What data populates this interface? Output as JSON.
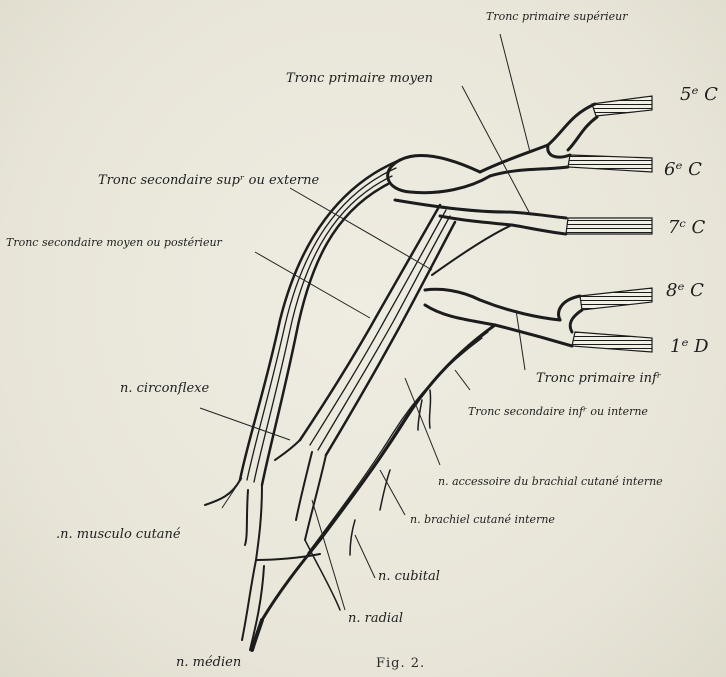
{
  "roots": {
    "c5": "5ᵉ C",
    "c6": "6ᵉ C",
    "c7": "7ᶜ C",
    "c8": "8ᵉ C",
    "d1": "1ᵉ D"
  },
  "labels": {
    "tronc_primaire_superieur": "Tronc primaire supérieur",
    "tronc_primaire_moyen": "Tronc primaire moyen",
    "tronc_secondaire_sup": "Tronc secondaire supʳ ou externe",
    "tronc_secondaire_moyen": "Tronc secondaire moyen ou postérieur",
    "tronc_primaire_inf": "Tronc primaire infʳ",
    "tronc_secondaire_inf": "Tronc secondaire infʳ ou interne",
    "n_accessoire": "n. accessoire du brachial cutané interne",
    "n_brachial": "n. brachiel cutané interne",
    "n_circonflexe": "n. circonflexe",
    "n_musculo": ".n. musculo cutané",
    "n_cubital": "n. cubital",
    "n_radial": "n. radial",
    "n_median": "n. médien"
  },
  "caption": "Fig. 2.",
  "colors": {
    "ink": "#1c1c1c",
    "paper": "#e9e6da"
  }
}
